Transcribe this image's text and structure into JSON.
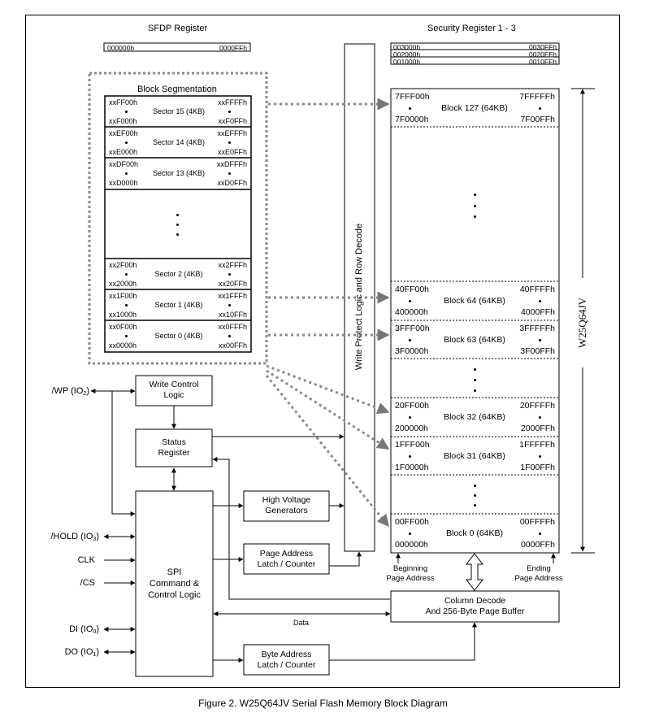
{
  "figure_caption": "Figure 2. W25Q64JV Serial Flash Memory Block Diagram",
  "sfdp": {
    "title": "SFDP Register",
    "start": "000000h",
    "end": "0000FFh"
  },
  "security": {
    "title": "Security Register 1 - 3",
    "rows": [
      {
        "start": "003000h",
        "end": "0030FFh"
      },
      {
        "start": "002000h",
        "end": "0020FFh"
      },
      {
        "start": "001000h",
        "end": "0010FFh"
      }
    ]
  },
  "block_segmentation": {
    "title": "Block Segmentation",
    "sectors": [
      {
        "top_left": "xxFF00h",
        "top_right": "xxFFFFh",
        "name": "Sector 15 (4KB)",
        "bottom_left": "xxF000h",
        "bottom_right": "xxF0FFh"
      },
      {
        "top_left": "xxEF00h",
        "top_right": "xxEFFFh",
        "name": "Sector 14 (4KB)",
        "bottom_left": "xxE000h",
        "bottom_right": "xxE0FFh"
      },
      {
        "top_left": "xxDF00h",
        "top_right": "xxDFFFh",
        "name": "Sector 13 (4KB)",
        "bottom_left": "xxD000h",
        "bottom_right": "xxD0FFh"
      },
      {
        "top_left": "xx2F00h",
        "top_right": "xx2FFFh",
        "name": "Sector 2 (4KB)",
        "bottom_left": "xx2000h",
        "bottom_right": "xx20FFh"
      },
      {
        "top_left": "xx1F00h",
        "top_right": "xx1FFFh",
        "name": "Sector 1 (4KB)",
        "bottom_left": "xx1000h",
        "bottom_right": "xx10FFh"
      },
      {
        "top_left": "xx0F00h",
        "top_right": "xx0FFFh",
        "name": "Sector 0 (4KB)",
        "bottom_left": "xx0000h",
        "bottom_right": "xx00FFh"
      }
    ]
  },
  "memory_blocks": [
    {
      "top_left": "7FFF00h",
      "top_right": "7FFFFFh",
      "name": "Block 127 (64KB)",
      "bottom_left": "7F0000h",
      "bottom_right": "7F00FFh"
    },
    {
      "top_left": "40FF00h",
      "top_right": "40FFFFh",
      "name": "Block 64 (64KB)",
      "bottom_left": "400000h",
      "bottom_right": "4000FFh"
    },
    {
      "top_left": "3FFF00h",
      "top_right": "3FFFFFh",
      "name": "Block 63 (64KB)",
      "bottom_left": "3F0000h",
      "bottom_right": "3F00FFh"
    },
    {
      "top_left": "20FF00h",
      "top_right": "20FFFFh",
      "name": "Block 32 (64KB)",
      "bottom_left": "200000h",
      "bottom_right": "2000FFh"
    },
    {
      "top_left": "1FFF00h",
      "top_right": "1FFFFFh",
      "name": "Block 31 (64KB)",
      "bottom_left": "1F0000h",
      "bottom_right": "1F00FFh"
    },
    {
      "top_left": "00FF00h",
      "top_right": "00FFFFh",
      "name": "Block 0 (64KB)",
      "bottom_left": "000000h",
      "bottom_right": "0000FFh"
    }
  ],
  "chip_name": "W25Q64JV",
  "decoder_label": "Write Protect Logic and Row Decode",
  "boxes": {
    "write_control": "Write Control\nLogic",
    "status_register": "Status\nRegister",
    "high_voltage": "High Voltage\nGenerators",
    "page_address": "Page Address\nLatch / Counter",
    "spi": "SPI\nCommand &\nControl Logic",
    "column_decode": "Column Decode\nAnd 256-Byte Page Buffer",
    "byte_address": "Byte Address\nLatch / Counter"
  },
  "pins": {
    "wp": {
      "name": "/WP (IO",
      "sub": "2",
      "close": ")"
    },
    "hold": {
      "name": "/HOLD (IO",
      "sub": "3",
      "close": ")"
    },
    "clk": {
      "name": "CLK"
    },
    "cs": {
      "name": "/CS"
    },
    "di": {
      "name": "DI (IO",
      "sub": "0",
      "close": ")"
    },
    "do": {
      "name": "DO (IO",
      "sub": "1",
      "close": ")"
    }
  },
  "labels": {
    "beginning_page_address": "Beginning\nPage Address",
    "ending_page_address": "Ending\nPage Address",
    "data": "Data"
  }
}
